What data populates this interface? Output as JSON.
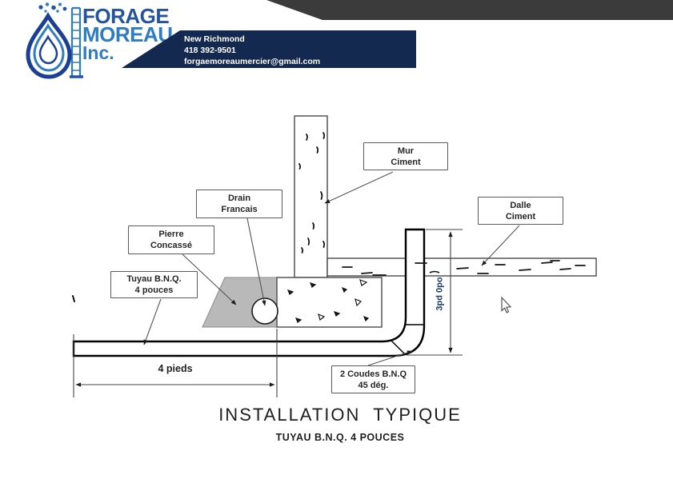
{
  "header": {
    "logo": {
      "icon": "water-drop-derrick-icon",
      "line1": "FORAGE",
      "line2": "MOREAU",
      "line3": "Inc."
    },
    "banner": {
      "city": "New Richmond",
      "phone": "418 392-9501",
      "email": "forgaemoreaumercier@gmail.com"
    }
  },
  "diagram": {
    "labels": {
      "mur": {
        "line1": "Mur",
        "line2": "Ciment"
      },
      "dalle": {
        "line1": "Dalle",
        "line2": "Ciment"
      },
      "drain": {
        "line1": "Drain",
        "line2": "Francais"
      },
      "pierre": {
        "line1": "Pierre",
        "line2": "Concassé"
      },
      "tuyau": {
        "line1": "Tuyau B.N.Q.",
        "line2": "4 pouces"
      },
      "coudes": {
        "line1": "2 Coudes B.N.Q",
        "line2": "45 dég."
      }
    },
    "dimensions": {
      "width": "4 pieds",
      "height": "3pd 0po"
    },
    "cursor_icon": "arrow-pointer-icon"
  },
  "title": {
    "main": "INSTALLATION  TYPIQUE",
    "sub": "TUYAU B.N.Q. 4 POUCES"
  },
  "colors": {
    "banner_navy": "#14294f",
    "band_gray": "#3b3b3b",
    "logo_dark_blue": "#24549e",
    "logo_light_blue": "#2e7cc1",
    "gravel_gray": "#b9b9b9",
    "dimension_text": "#1f3a66"
  }
}
